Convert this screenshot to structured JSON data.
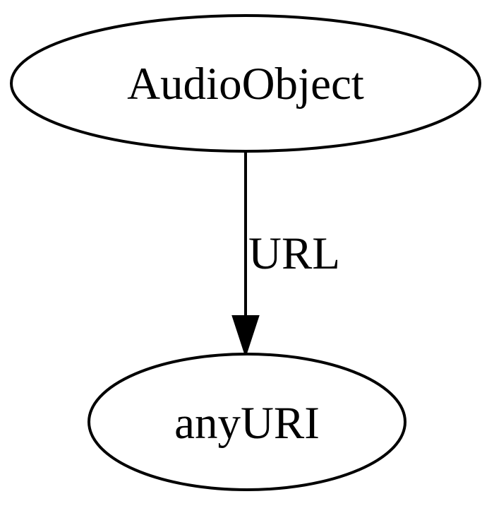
{
  "graph": {
    "nodes": [
      {
        "id": "audio-object",
        "label": "AudioObject"
      },
      {
        "id": "any-uri",
        "label": "anyURI"
      }
    ],
    "edges": [
      {
        "from": "audio-object",
        "to": "any-uri",
        "label": "URL"
      }
    ]
  }
}
